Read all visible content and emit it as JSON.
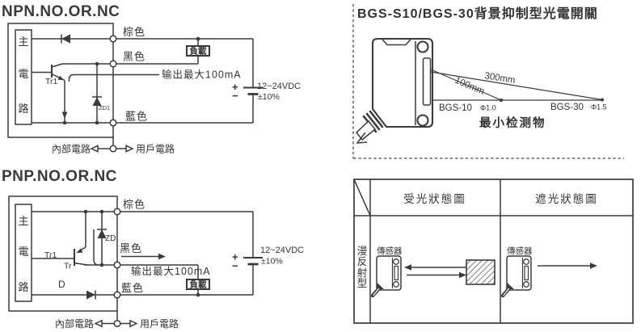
{
  "colors": {
    "ink": "#3b3b3b",
    "text": "#333333",
    "background": "#ffffff"
  },
  "npn": {
    "title": "NPN.NO.OR.NC",
    "box": [
      "主",
      "電",
      "路"
    ],
    "wire_brown": "棕色",
    "wire_black": "黑色",
    "wire_blue": "藍色",
    "load": "負載",
    "output_max": "输出最大100mA",
    "tr1": "Tr1",
    "zener": "ZD1",
    "plus": "+",
    "minus": "−",
    "supply_voltage": "12~24VDC",
    "supply_tolerance": "±10%",
    "internal_circuit": "內部電路",
    "user_circuit": "用戶電路"
  },
  "pnp": {
    "title": "PNP.NO.OR.NC",
    "box": [
      "主",
      "電",
      "路"
    ],
    "wire_brown": "棕色",
    "wire_black": "黑色",
    "wire_blue": "藍色",
    "load": "負載",
    "output_max": "输出最大100mA",
    "tr1": "Tr1",
    "tr": "Tr",
    "diode": "D",
    "zener": "ZD",
    "plus": "+",
    "minus": "−",
    "supply_voltage": "12~24VDC",
    "supply_tolerance": "±10%",
    "internal_circuit": "內部電路",
    "user_circuit": "用戶電路"
  },
  "bgs": {
    "title": "BGS-S10/BGS-30背景抑制型光電開關",
    "near_distance": "100mm",
    "far_distance": "300mm",
    "near_model": "BGS-10",
    "near_spot": "Φ1.0",
    "far_model": "BGS-30",
    "far_spot": "Φ1.5",
    "min_object": "最小检测物"
  },
  "state_table": {
    "header_receive": "受光狀態圖",
    "header_block": "遮光狀態圖",
    "row_label": [
      "漫",
      "反",
      "射",
      "型"
    ],
    "sensor_label": "傳感器"
  }
}
